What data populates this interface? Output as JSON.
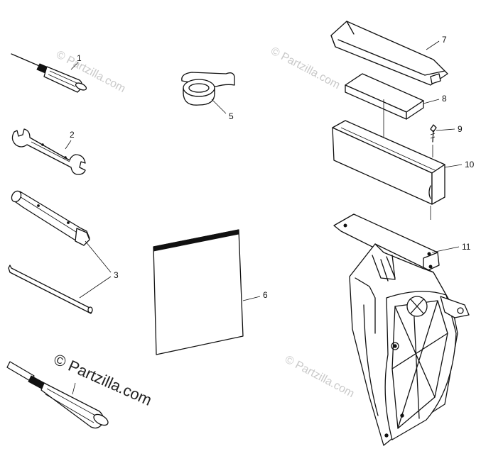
{
  "callouts": {
    "c1": "1",
    "c2": "2",
    "c3": "3",
    "c5": "5",
    "c6": "6",
    "c7": "7",
    "c8": "8",
    "c9": "9",
    "c10": "10",
    "c11": "11"
  },
  "watermark": {
    "faint": "© Partzilla.com",
    "main": "© Partzilla.com"
  }
}
